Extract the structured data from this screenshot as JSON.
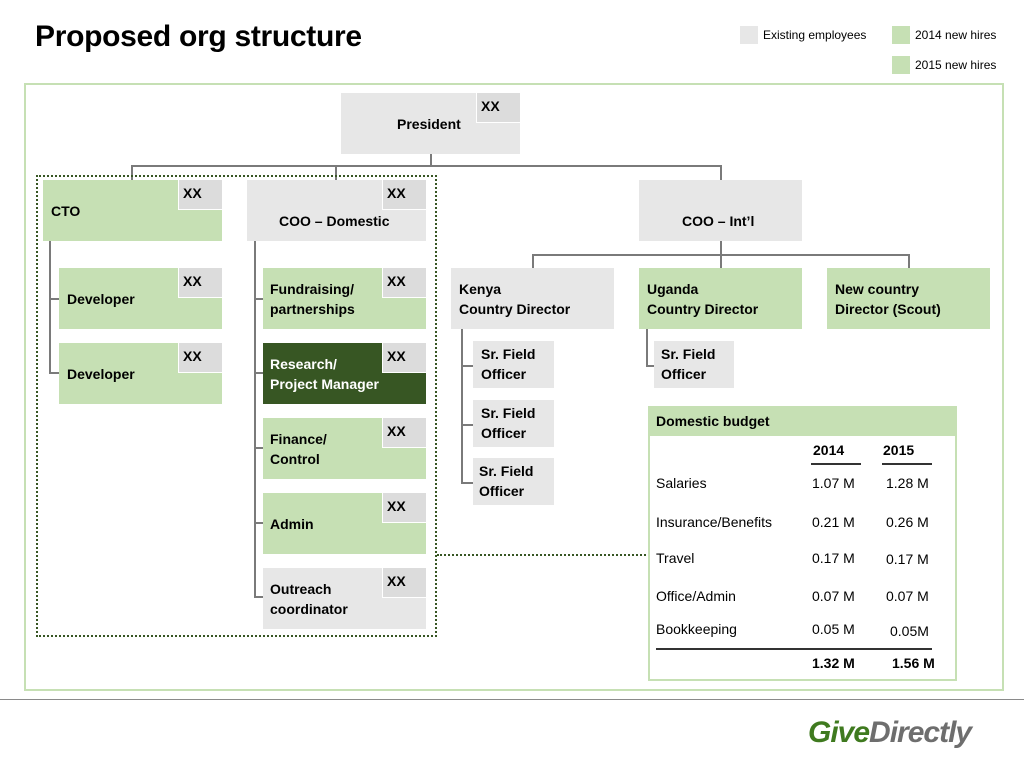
{
  "page": {
    "title": "Proposed org structure"
  },
  "legend": [
    {
      "label": "Existing employees",
      "color": "#e7e7e7"
    },
    {
      "label": "2014 new hires",
      "color": "#c6e0b4"
    },
    {
      "label": "2015 new hires",
      "color": "#c6e0b4"
    }
  ],
  "org": {
    "president": {
      "label": "President",
      "xx": "XX"
    },
    "cto": {
      "label": "CTO",
      "xx": "XX"
    },
    "developer1": {
      "label": "Developer",
      "xx": "XX"
    },
    "developer2": {
      "label": "Developer",
      "xx": "XX"
    },
    "coo_domestic": {
      "label": "COO – Domestic",
      "xx": "XX"
    },
    "fundraising": {
      "label": "Fundraising/\npartnerships",
      "xx": "XX"
    },
    "research": {
      "label": "Research/\nProject Manager",
      "xx": "XX"
    },
    "finance": {
      "label": "Finance/\nControl",
      "xx": "XX"
    },
    "admin": {
      "label": "Admin",
      "xx": "XX"
    },
    "outreach": {
      "label": "Outreach\ncoordinator",
      "xx": "XX"
    },
    "coo_intl": {
      "label": "COO – Int’l"
    },
    "kenya": {
      "label": "Kenya\nCountry Director"
    },
    "uganda": {
      "label": "Uganda\nCountry Director"
    },
    "new_country": {
      "label": "New country\nDirector (Scout)"
    },
    "kenya_officers": [
      "Sr. Field\nOfficer",
      "Sr. Field\nOfficer",
      "Sr. Field\nOfficer"
    ],
    "uganda_officer": "Sr. Field\nOfficer"
  },
  "budget": {
    "title": "Domestic budget",
    "years": [
      "2014",
      "2015"
    ],
    "rows": [
      {
        "label": "Salaries",
        "v2014": "1.07 M",
        "v2015": "1.28 M"
      },
      {
        "label": "Insurance/Benefits",
        "v2014": "0.21 M",
        "v2015": "0.26 M"
      },
      {
        "label": "Travel",
        "v2014": "0.17 M",
        "v2015": "0.17 M"
      },
      {
        "label": "Office/Admin",
        "v2014": "0.07 M",
        "v2015": "0.07 M"
      },
      {
        "label": "Bookkeeping",
        "v2014": "0.05 M",
        "v2015": "0.05M"
      }
    ],
    "totals": {
      "v2014": "1.32 M",
      "v2015": "1.56 M"
    }
  },
  "logo": {
    "text_green": "Give",
    "text_gray": "Directly"
  }
}
